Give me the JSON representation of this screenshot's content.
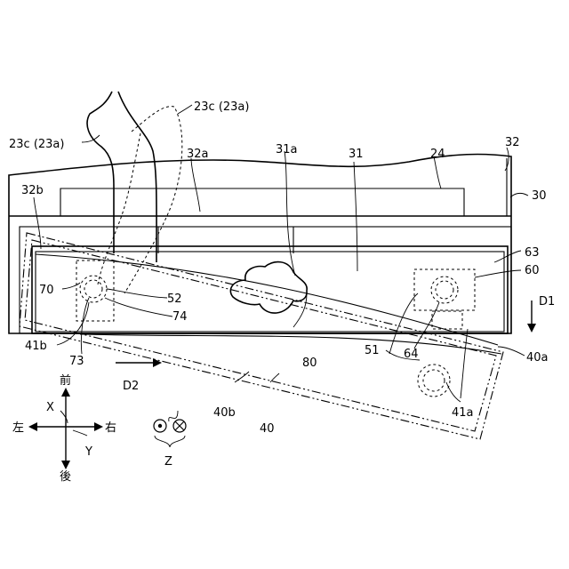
{
  "labels": {
    "l_23c_right": "23c (23a)",
    "l_23c_left": "23c (23a)",
    "l_32": "32",
    "l_32a": "32a",
    "l_31a": "31a",
    "l_31": "31",
    "l_24": "24",
    "l_30": "30",
    "l_32b": "32b",
    "l_63": "63",
    "l_60": "60",
    "l_70": "70",
    "l_52": "52",
    "l_d1": "D1",
    "l_74": "74",
    "l_41b": "41b",
    "l_51": "51",
    "l_40a": "40a",
    "l_73": "73",
    "l_80": "80",
    "l_64": "64",
    "l_d2": "D2",
    "l_41a": "41a",
    "l_40b": "40b",
    "l_40": "40",
    "l_z": "Z"
  },
  "axes": {
    "front": "前",
    "back": "後",
    "left": "左",
    "right": "右",
    "x": "X",
    "y": "Y"
  }
}
